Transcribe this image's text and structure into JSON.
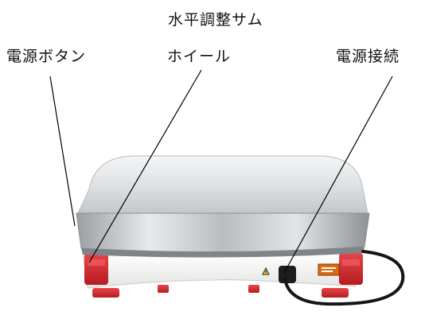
{
  "labels": {
    "power_button": "電源ボタン",
    "leveling_wheel_line1": "水平調整サム",
    "leveling_wheel_line2": "ホイール",
    "power_connection": "電源接続"
  },
  "colors": {
    "pan_light": "#eef0f2",
    "pan_dark": "#8a8f94",
    "base": "#f2f2f0",
    "feet": "#d4262b",
    "cable": "#1a1a1a",
    "warning_label": "#e06a10"
  }
}
